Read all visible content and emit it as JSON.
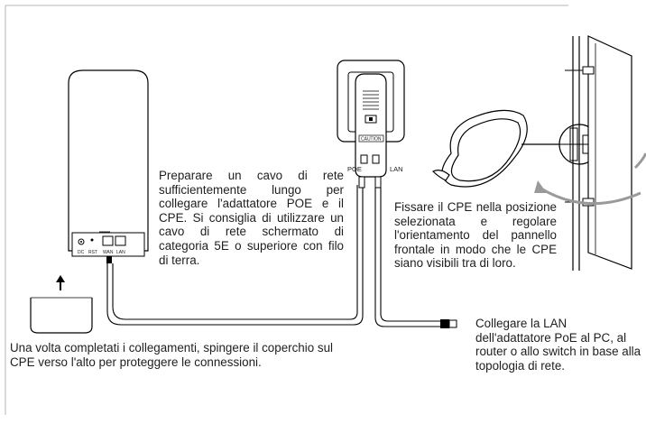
{
  "instructions": {
    "cable": "Preparare un cavo di rete sufficientemente lungo per collegare l'adattatore POE e il CPE. Si consiglia di utilizzare un cavo di rete schermato di categoria 5E o superiore con filo di terra.",
    "fix": "Fissare il CPE nella posizione selezionata e regolare l'orientamento del pannello frontale in modo che le CPE siano visibili tra di loro.",
    "lan": "Collegare la LAN dell'adattatore PoE al PC, al router o allo switch in base alla topologia di rete.",
    "cover": "Una volta completati i collegamenti, spingere il coperchio sul CPE verso l'alto per proteggere le connessioni."
  },
  "labels": {
    "poe": "POE",
    "lan": "LAN",
    "caution": "CAUTION",
    "dc": "DC",
    "rst": "RST",
    "wan": "WAN",
    "lan_port": "LAN"
  },
  "colors": {
    "line": "#000000",
    "rotation_arrow": "#9a9a9a",
    "frame": "#b0b0b0"
  }
}
